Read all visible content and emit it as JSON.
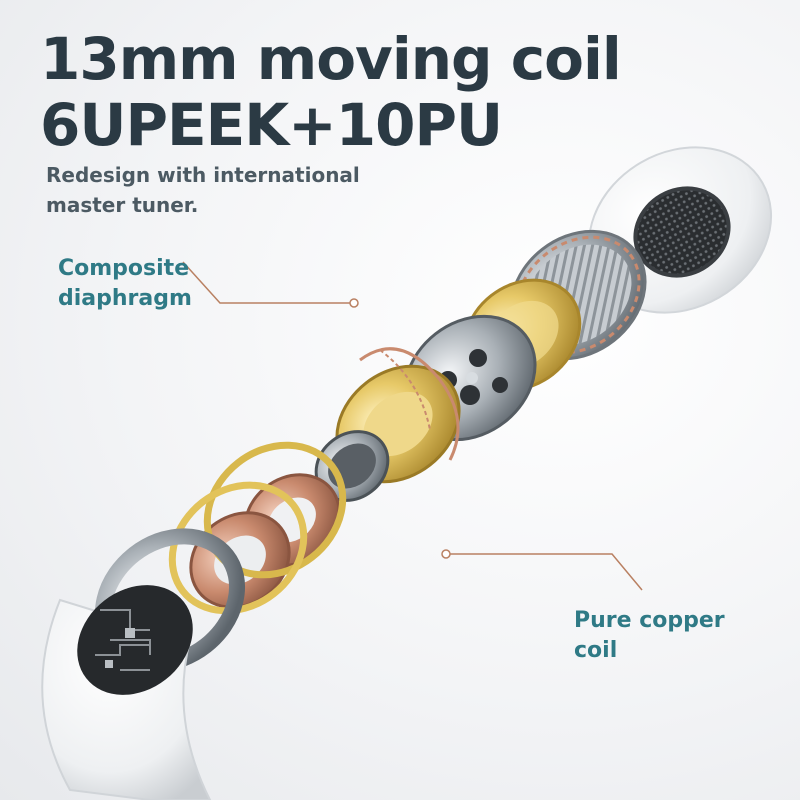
{
  "headline": {
    "line1": "13mm moving coil",
    "line2": "6UPEEK+10PU"
  },
  "subtitle": "Redesign with international master tuner.",
  "callouts": {
    "diaphragm": {
      "line1": "Composite",
      "line2": "diaphragm"
    },
    "coil": {
      "line1": "Pure copper",
      "line2": "coil"
    }
  },
  "colors": {
    "headline": "#2b3a44",
    "callout_text": "#2f7a86",
    "leader_line": "#b98062",
    "gold": "#e0c060",
    "copper": "#c98a6e",
    "silver": "#a7adb3",
    "housing": "#f7f8f9"
  }
}
